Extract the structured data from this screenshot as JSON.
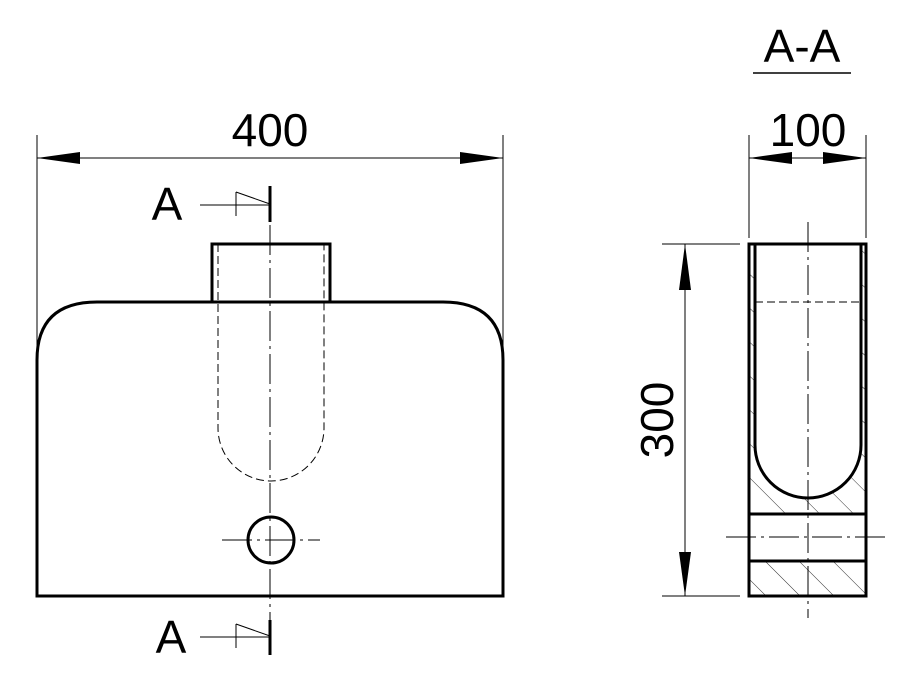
{
  "drawing": {
    "front_view": {
      "width_dimension": "400",
      "section_label_top": "A",
      "section_label_bottom": "A"
    },
    "section_view": {
      "title": "A-A",
      "width_dimension": "100",
      "height_dimension": "300"
    },
    "colors": {
      "line": "#000000",
      "background": "#ffffff"
    }
  }
}
